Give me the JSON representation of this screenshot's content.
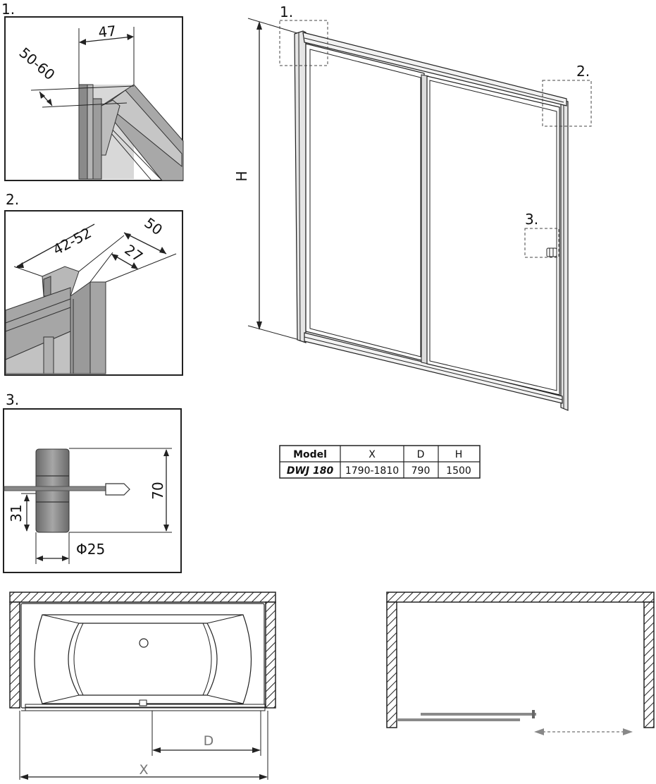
{
  "details": {
    "d1": {
      "label": "1.",
      "width_dim": "47",
      "gap_dim": "50-60"
    },
    "d2": {
      "label": "2.",
      "range_dim": "42-52",
      "depth_dim": "50",
      "inner_dim": "27"
    },
    "d3": {
      "label": "3.",
      "height_dim": "70",
      "offset_dim": "31",
      "diameter_dim": "Φ25"
    }
  },
  "main_view": {
    "height_label": "H",
    "callout_1": "1.",
    "callout_2": "2.",
    "callout_3": "3."
  },
  "spec_table": {
    "headers": [
      "Model",
      "X",
      "D",
      "H"
    ],
    "rows": [
      [
        "DWJ 180",
        "1790-1810",
        "790",
        "1500"
      ]
    ]
  },
  "plan_view": {
    "d_label": "D",
    "x_label": "X"
  },
  "colors": {
    "line": "#222222",
    "grey_text": "#888888",
    "profile_fill": "#9a9a9a",
    "profile_dark": "#6e6e6e"
  }
}
